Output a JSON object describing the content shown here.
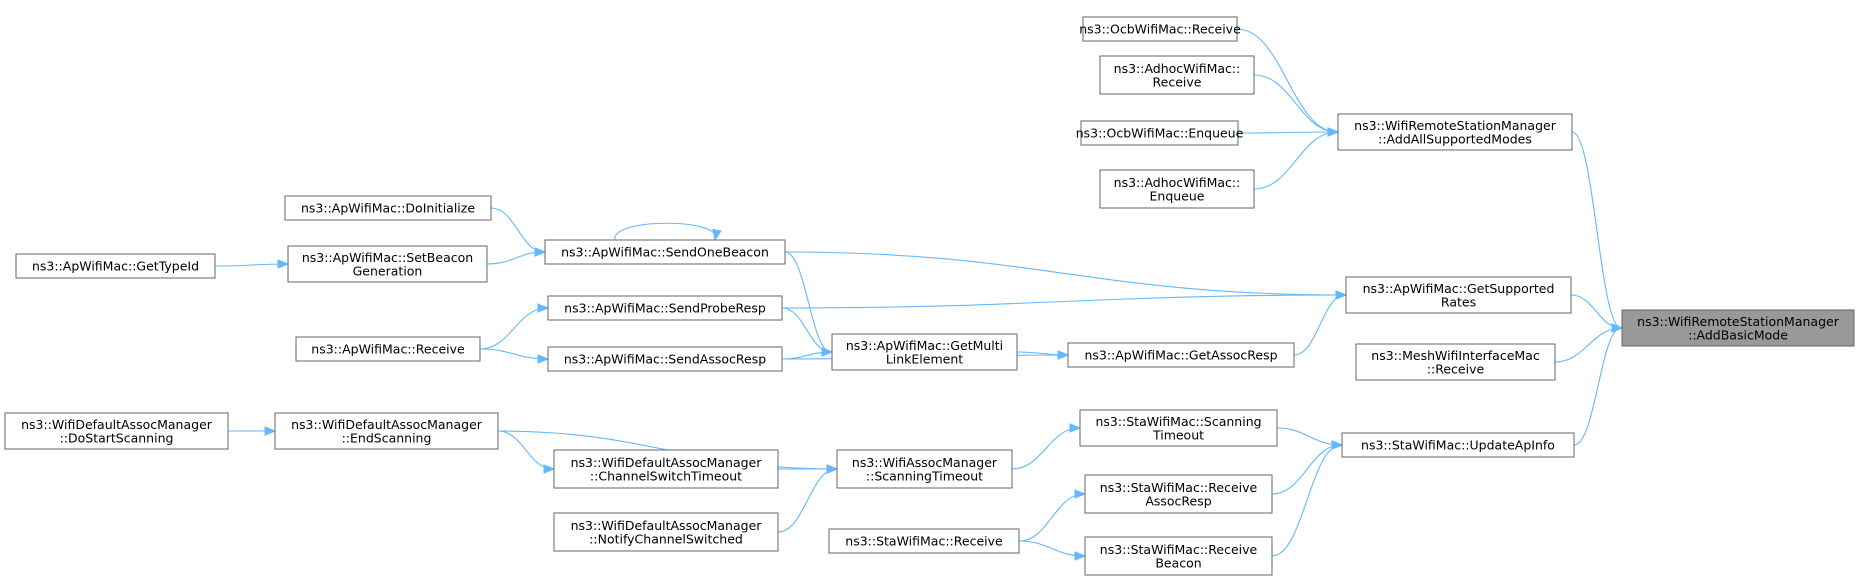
{
  "root": "n_root",
  "colors": {
    "edge": "#63b8ff",
    "node_border": "#666666",
    "node_fill": "#ffffff",
    "root_fill": "#999999"
  },
  "nodes": [
    {
      "id": "n_root",
      "label": [
        "ns3::WifiRemoteStationManager",
        "::AddBasicMode"
      ]
    },
    {
      "id": "n_addall",
      "label": [
        "ns3::WifiRemoteStationManager",
        "::AddAllSupportedModes"
      ]
    },
    {
      "id": "n_ocbrecv",
      "label": [
        "ns3::OcbWifiMac::Receive"
      ]
    },
    {
      "id": "n_adhocrecv",
      "label": [
        "ns3::AdhocWifiMac::",
        "Receive"
      ]
    },
    {
      "id": "n_ocbenq",
      "label": [
        "ns3::OcbWifiMac::Enqueue"
      ]
    },
    {
      "id": "n_adhocenq",
      "label": [
        "ns3::AdhocWifiMac::",
        "Enqueue"
      ]
    },
    {
      "id": "n_getsupp",
      "label": [
        "ns3::ApWifiMac::GetSupported",
        "Rates"
      ]
    },
    {
      "id": "n_mesh",
      "label": [
        "ns3::MeshWifiInterfaceMac",
        "::Receive"
      ]
    },
    {
      "id": "n_updateap",
      "label": [
        "ns3::StaWifiMac::UpdateApInfo"
      ]
    },
    {
      "id": "n_sendbeacon",
      "label": [
        "ns3::ApWifiMac::SendOneBeacon"
      ]
    },
    {
      "id": "n_doinit",
      "label": [
        "ns3::ApWifiMac::DoInitialize"
      ]
    },
    {
      "id": "n_setbeacon",
      "label": [
        "ns3::ApWifiMac::SetBeacon",
        "Generation"
      ]
    },
    {
      "id": "n_gettypeid",
      "label": [
        "ns3::ApWifiMac::GetTypeId"
      ]
    },
    {
      "id": "n_probe",
      "label": [
        "ns3::ApWifiMac::SendProbeResp"
      ]
    },
    {
      "id": "n_aprecv",
      "label": [
        "ns3::ApWifiMac::Receive"
      ]
    },
    {
      "id": "n_assocresp",
      "label": [
        "ns3::ApWifiMac::SendAssocResp"
      ]
    },
    {
      "id": "n_multilink",
      "label": [
        "ns3::ApWifiMac::GetMulti",
        "LinkElement"
      ]
    },
    {
      "id": "n_getassoc",
      "label": [
        "ns3::ApWifiMac::GetAssocResp"
      ]
    },
    {
      "id": "n_scantimeout",
      "label": [
        "ns3::StaWifiMac::Scanning",
        "Timeout"
      ]
    },
    {
      "id": "n_recvassoc",
      "label": [
        "ns3::StaWifiMac::Receive",
        "AssocResp"
      ]
    },
    {
      "id": "n_recvbeacon",
      "label": [
        "ns3::StaWifiMac::Receive",
        "Beacon"
      ]
    },
    {
      "id": "n_starecv",
      "label": [
        "ns3::StaWifiMac::Receive"
      ]
    },
    {
      "id": "n_assocmgr",
      "label": [
        "ns3::WifiAssocManager",
        "::ScanningTimeout"
      ]
    },
    {
      "id": "n_endscan",
      "label": [
        "ns3::WifiDefaultAssocManager",
        "::EndScanning"
      ]
    },
    {
      "id": "n_dostart",
      "label": [
        "ns3::WifiDefaultAssocManager",
        "::DoStartScanning"
      ]
    },
    {
      "id": "n_chswitch",
      "label": [
        "ns3::WifiDefaultAssocManager",
        "::ChannelSwitchTimeout"
      ]
    },
    {
      "id": "n_notify",
      "label": [
        "ns3::WifiDefaultAssocManager",
        "::NotifyChannelSwitched"
      ]
    }
  ],
  "edges": [
    {
      "from": "n_addall",
      "to": "n_root"
    },
    {
      "from": "n_getsupp",
      "to": "n_root"
    },
    {
      "from": "n_mesh",
      "to": "n_root"
    },
    {
      "from": "n_updateap",
      "to": "n_root"
    },
    {
      "from": "n_ocbrecv",
      "to": "n_addall"
    },
    {
      "from": "n_adhocrecv",
      "to": "n_addall"
    },
    {
      "from": "n_ocbenq",
      "to": "n_addall"
    },
    {
      "from": "n_adhocenq",
      "to": "n_addall"
    },
    {
      "from": "n_sendbeacon",
      "to": "n_getsupp"
    },
    {
      "from": "n_probe",
      "to": "n_getsupp"
    },
    {
      "from": "n_getassoc",
      "to": "n_getsupp"
    },
    {
      "from": "n_doinit",
      "to": "n_sendbeacon"
    },
    {
      "from": "n_setbeacon",
      "to": "n_sendbeacon"
    },
    {
      "from": "n_sendbeacon",
      "to": "n_sendbeacon"
    },
    {
      "from": "n_gettypeid",
      "to": "n_setbeacon"
    },
    {
      "from": "n_aprecv",
      "to": "n_probe"
    },
    {
      "from": "n_aprecv",
      "to": "n_assocresp"
    },
    {
      "from": "n_sendbeacon",
      "to": "n_multilink"
    },
    {
      "from": "n_probe",
      "to": "n_multilink"
    },
    {
      "from": "n_assocresp",
      "to": "n_multilink"
    },
    {
      "from": "n_multilink",
      "to": "n_getassoc"
    },
    {
      "from": "n_assocresp",
      "to": "n_getassoc"
    },
    {
      "from": "n_scantimeout",
      "to": "n_updateap"
    },
    {
      "from": "n_recvassoc",
      "to": "n_updateap"
    },
    {
      "from": "n_recvbeacon",
      "to": "n_updateap"
    },
    {
      "from": "n_assocmgr",
      "to": "n_scantimeout"
    },
    {
      "from": "n_endscan",
      "to": "n_assocmgr"
    },
    {
      "from": "n_chswitch",
      "to": "n_assocmgr"
    },
    {
      "from": "n_notify",
      "to": "n_assocmgr"
    },
    {
      "from": "n_dostart",
      "to": "n_endscan"
    },
    {
      "from": "n_endscan",
      "to": "n_chswitch"
    },
    {
      "from": "n_starecv",
      "to": "n_recvassoc"
    },
    {
      "from": "n_starecv",
      "to": "n_recvbeacon"
    }
  ]
}
